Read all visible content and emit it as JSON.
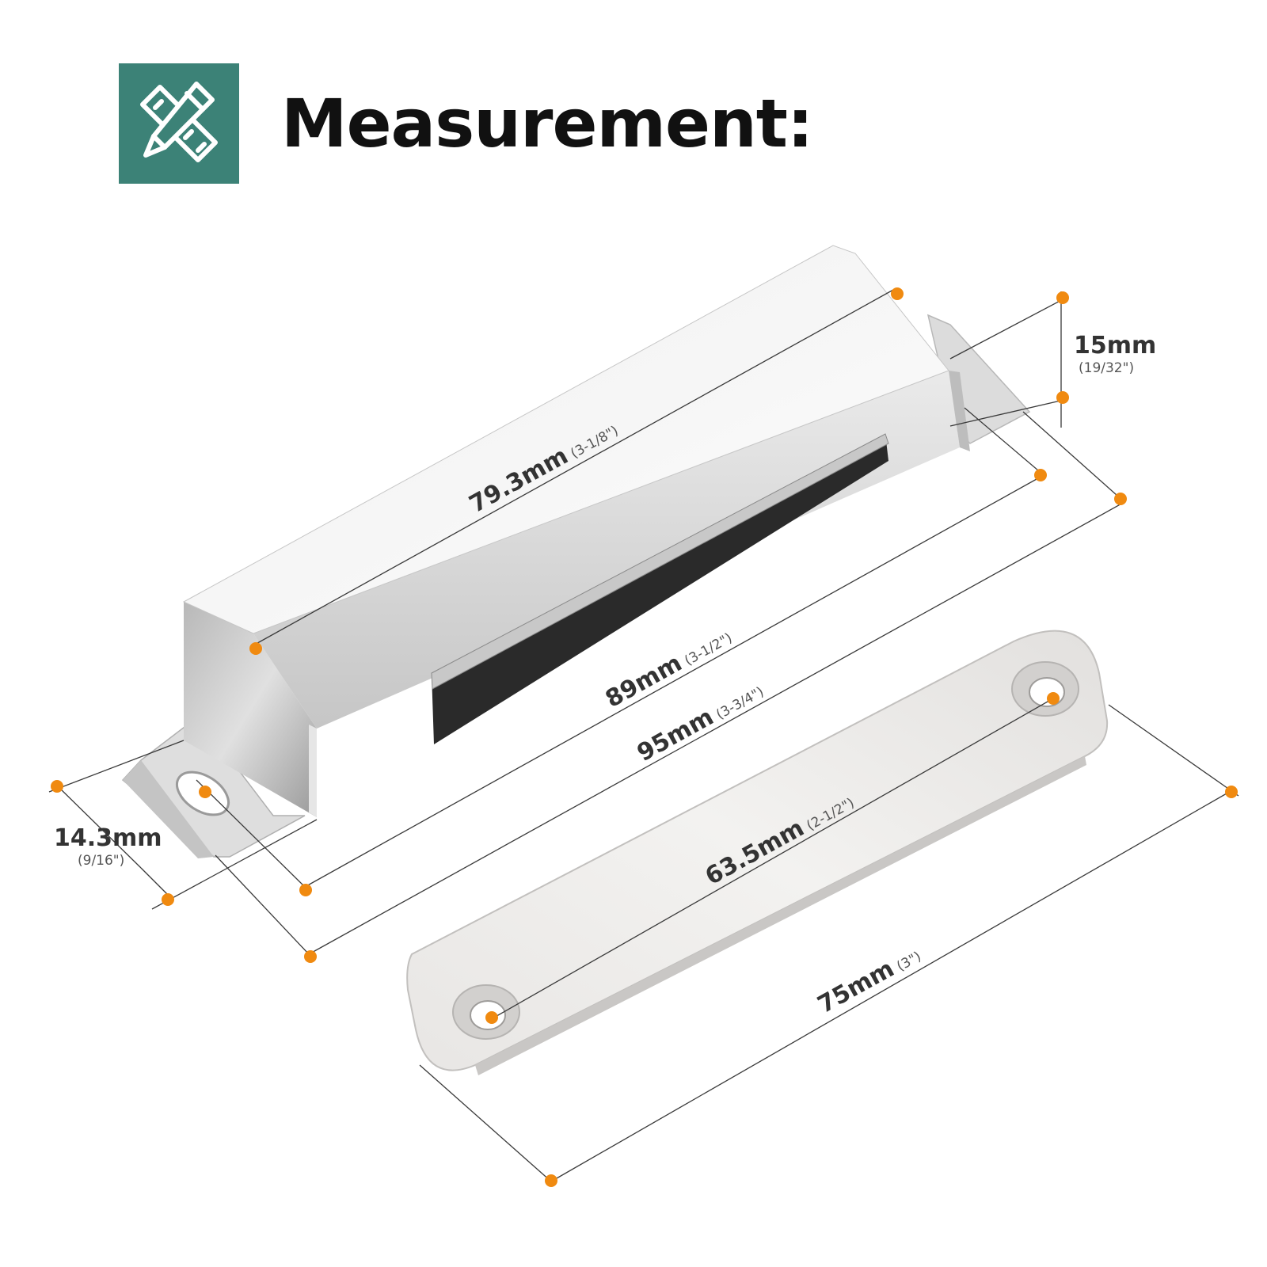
{
  "header": {
    "title": "Measurement:",
    "icon": "ruler-pencil-icon",
    "badge_color": "#3c8277"
  },
  "accent_color": "#f08a10",
  "dimensions": [
    {
      "id": "top_length",
      "main": "79.3mm",
      "sub": "(3-1/8\")"
    },
    {
      "id": "hole_spacing",
      "main": "89mm",
      "sub": "(3-1/2\")"
    },
    {
      "id": "total_length",
      "main": "95mm",
      "sub": "(3-3/4\")"
    },
    {
      "id": "height",
      "main": "15mm",
      "sub": "(19/32\")"
    },
    {
      "id": "width",
      "main": "14.3mm",
      "sub": "(9/16\")"
    },
    {
      "id": "plate_hole_spacing",
      "main": "63.5mm",
      "sub": "(2-1/2\")"
    },
    {
      "id": "plate_length",
      "main": "75mm",
      "sub": "(3\")"
    }
  ]
}
